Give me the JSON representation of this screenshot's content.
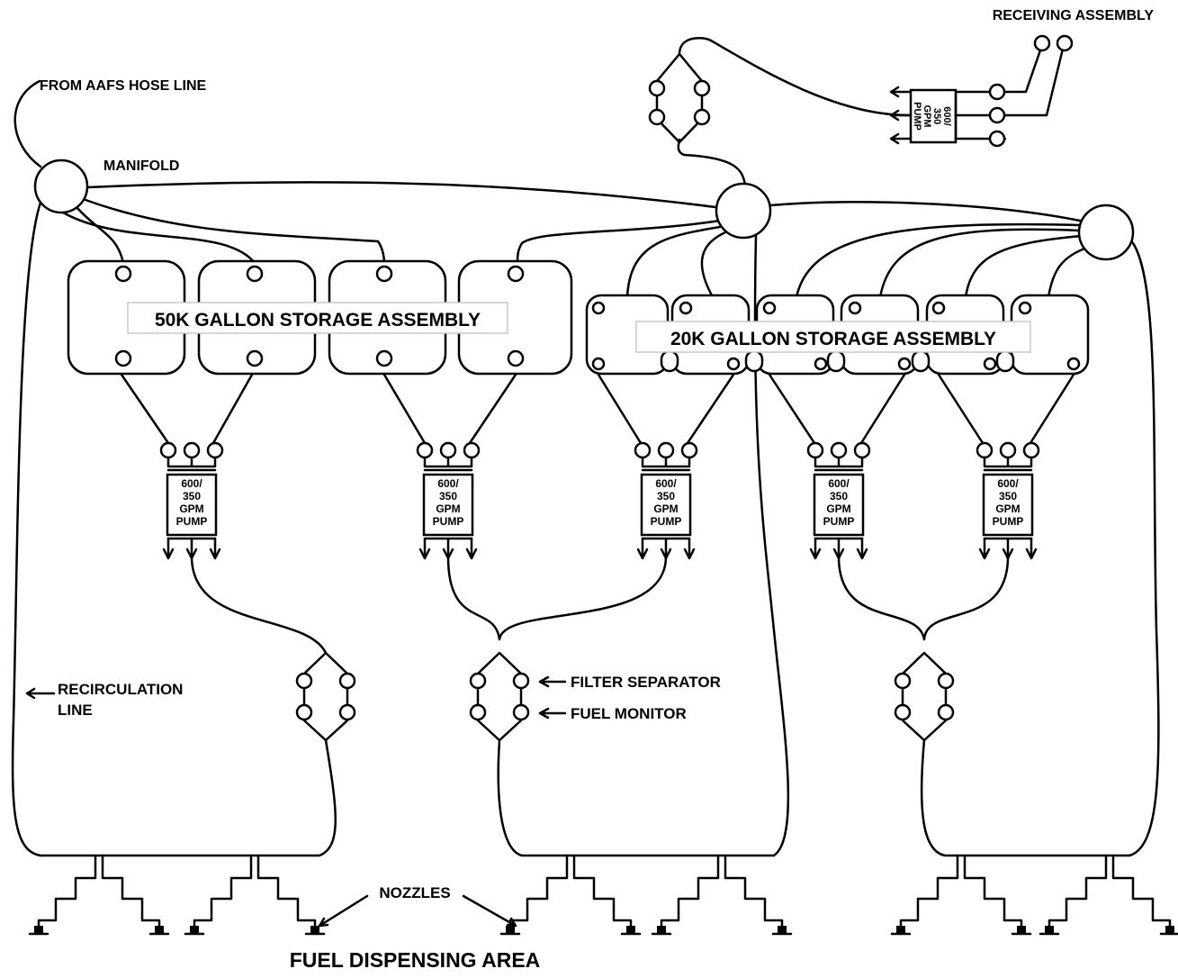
{
  "labels": {
    "receiving_assembly": "RECEIVING ASSEMBLY",
    "from_aafs_hose_line": "FROM AAFS HOSE LINE",
    "manifold": "MANIFOLD",
    "storage_50k": "50K GALLON STORAGE ASSEMBLY",
    "storage_20k": "20K GALLON STORAGE ASSEMBLY",
    "recirculation_line_1": "RECIRCULATION",
    "recirculation_line_2": "LINE",
    "filter_separator": "FILTER SEPARATOR",
    "fuel_monitor": "FUEL MONITOR",
    "nozzles": "NOZZLES",
    "fuel_dispensing_area": "FUEL DISPENSING AREA"
  },
  "pump_label": [
    "600/",
    "350",
    "GPM",
    "PUMP"
  ]
}
